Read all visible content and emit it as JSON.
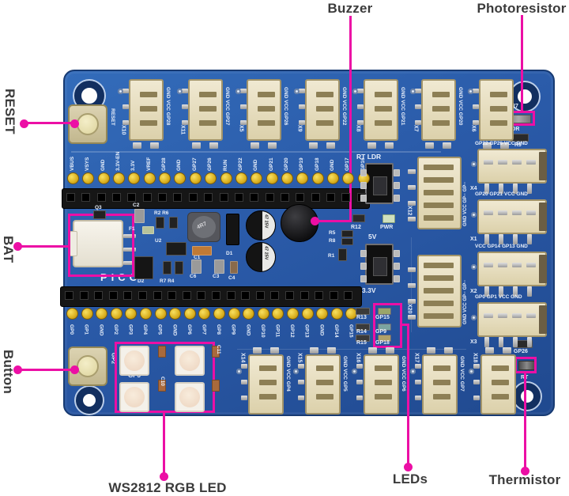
{
  "annotations": {
    "reset": "RESET",
    "buzzer": "Buzzer",
    "photoresistor": "Photoresistor",
    "bat": "BAT",
    "button": "Button",
    "ws2812": "WS2812 RGB LED",
    "leds": "LEDs",
    "thermistor": "Thermistor"
  },
  "board_silk": {
    "pico": "PICO",
    "reset": "RESET",
    "button_gpio": "GP2",
    "ws2812_gpio": "GP3",
    "sw1": "RT LDR",
    "sw2_top": "5V",
    "sw2_bottom": "3.3V",
    "pwr": "PWR",
    "r12": "R12",
    "ldr_gpio": "GP27",
    "ldr": "LDR",
    "r9": "R9",
    "r10": "R10",
    "ntc_gpio": "GP26",
    "ntc": "RT",
    "cap_marking": "47 25V",
    "inductor_marking": "4R7"
  },
  "led_block": {
    "resistors": [
      "R13",
      "R14",
      "R15"
    ],
    "gpios": [
      "GP15",
      "GP9",
      "GP18"
    ]
  },
  "top_pins": [
    "VBUS",
    "VSYS",
    "GND",
    "3.3V-EN",
    "3.3V",
    "VREF",
    "GP28",
    "GND",
    "GP27",
    "GP26",
    "RUN",
    "GP22",
    "GND",
    "GP21",
    "GP20",
    "GP19",
    "GP18",
    "GND",
    "GP17",
    "GP16"
  ],
  "bottom_pins": [
    "GP0",
    "GP1",
    "GND",
    "GP2",
    "GP3",
    "GP4",
    "GP5",
    "GND",
    "GP6",
    "GP7",
    "GP8",
    "GP9",
    "GND",
    "GP10",
    "GP11",
    "GP12",
    "GP13",
    "GND",
    "GP14",
    "GP15"
  ],
  "top_connectors": [
    {
      "id": "X10",
      "label": "GND VCC GP28"
    },
    {
      "id": "X11",
      "label": "GND VCC GP27"
    },
    {
      "id": "X5",
      "label": "GND VCC GP26"
    },
    {
      "id": "X9",
      "label": "GND VCC GP22"
    },
    {
      "id": "X8",
      "label": "GND VCC GP21"
    },
    {
      "id": "X7",
      "label": "GND VCC GP20"
    },
    {
      "id": "X6",
      "label": ""
    }
  ],
  "bottom_connectors": [
    {
      "id": "X14",
      "label": "GND VCC GP4"
    },
    {
      "id": "X15",
      "label": "GND VCC GP5"
    },
    {
      "id": "X16",
      "label": "GND VCC GP6"
    },
    {
      "id": "X17",
      "label": "GND VCC GP7"
    },
    {
      "id": "X18",
      "label": ""
    }
  ],
  "right_connectors": [
    {
      "id": "X4",
      "label": "GP22 GP26 VCC GND"
    },
    {
      "id": "X1",
      "label": "GP20 GP21 VCC GND"
    },
    {
      "id": "X2",
      "label": "VCC GP14 GP13 GND"
    },
    {
      "id": "X3",
      "label": "GP0 GP1 VCC GND"
    }
  ],
  "mid_connectors": [
    {
      "id": "X12",
      "label": "GND VCC GP·· GP··"
    },
    {
      "id": "X20",
      "label": "GND VCC GP·· GP··"
    }
  ],
  "silk_components": [
    "Q3",
    "C2",
    "R2 R6",
    "F1",
    "U2",
    "C1",
    "D1",
    "D2",
    "R7 R4",
    "C6",
    "C3",
    "C4",
    "R5",
    "R8",
    "R1",
    "C10",
    "C11"
  ],
  "colors": {
    "magenta": "#ec0fa5",
    "board_blue": "#2a5aa8",
    "silk_white": "#e9f0fb",
    "label_text": "#3b3b3b"
  }
}
